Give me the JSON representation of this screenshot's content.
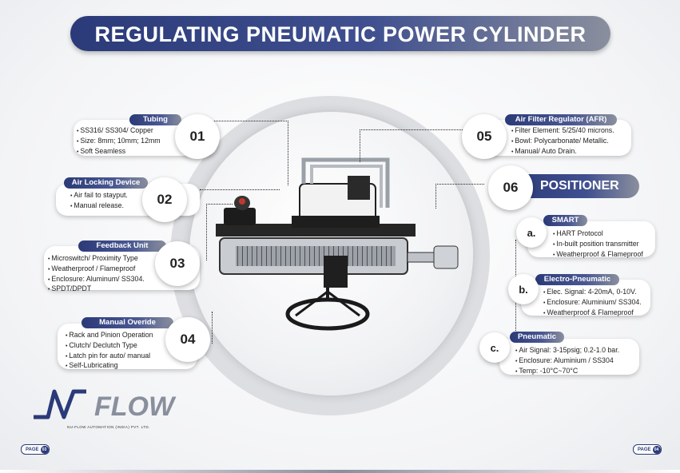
{
  "title": "REGULATING PNEUMATIC POWER CYLINDER",
  "sections": {
    "tubing": {
      "number": "01",
      "label": "Tubing",
      "items": [
        "SS316/ SS304/ Copper",
        "Size: 8mm; 10mm; 12mm",
        "Soft Seamless"
      ]
    },
    "air_locking": {
      "number": "02",
      "label": "Air Locking Device",
      "items": [
        "Air fail to stayput.",
        "Manual release."
      ]
    },
    "feedback": {
      "number": "03",
      "label": "Feedback Unit",
      "items": [
        "Microswitch/ Proximity Type",
        "Weatherproof / Flameproof",
        "Enclosure: Aluminum/ SS304.",
        "SPDT/DPDT"
      ]
    },
    "manual_override": {
      "number": "04",
      "label": "Manual Overide",
      "items": [
        "Rack and Pinion Operation",
        "Clutch/ Declutch Type",
        "Latch pin for auto/ manual",
        "Self-Lubricating"
      ]
    },
    "afr": {
      "number": "05",
      "label": "Air Filter Regulator (AFR)",
      "items": [
        "Filter Element: 5/25/40 microns.",
        "Bowl: Polycarbonate/ Metallic.",
        "Manual/ Auto Drain."
      ]
    }
  },
  "positioner": {
    "number": "06",
    "title": "POSITIONER",
    "smart": {
      "letter": "a.",
      "label": "SMART",
      "items": [
        "HART Protocol",
        "In-built position transmitter",
        "Weatherproof & Flameproof"
      ]
    },
    "electro": {
      "letter": "b.",
      "label": "Electro-Pneumatic",
      "items": [
        "Elec. Signal: 4-20mA, 0-10V.",
        "Enclosure: Aluminium/ SS304.",
        "Weatherproof & Flameproof"
      ]
    },
    "pneumatic": {
      "letter": "c.",
      "label": "Pneumatic",
      "items": [
        "Air Signal: 3-15psig; 0.2-1.0 bar.",
        "Enclosure: Aluminium / SS304",
        "Temp: -10°C~70°C"
      ]
    }
  },
  "logo": {
    "brand": "FLOW",
    "company": "NU-FLOW AUTOMATION (INDIA) PVT. LTD."
  },
  "pages": {
    "left_label": "PAGE",
    "left_num": "03",
    "right_label": "PAGE",
    "right_num": "04"
  },
  "colors": {
    "navy": "#2b3a78",
    "grey": "#8a8f9d"
  }
}
